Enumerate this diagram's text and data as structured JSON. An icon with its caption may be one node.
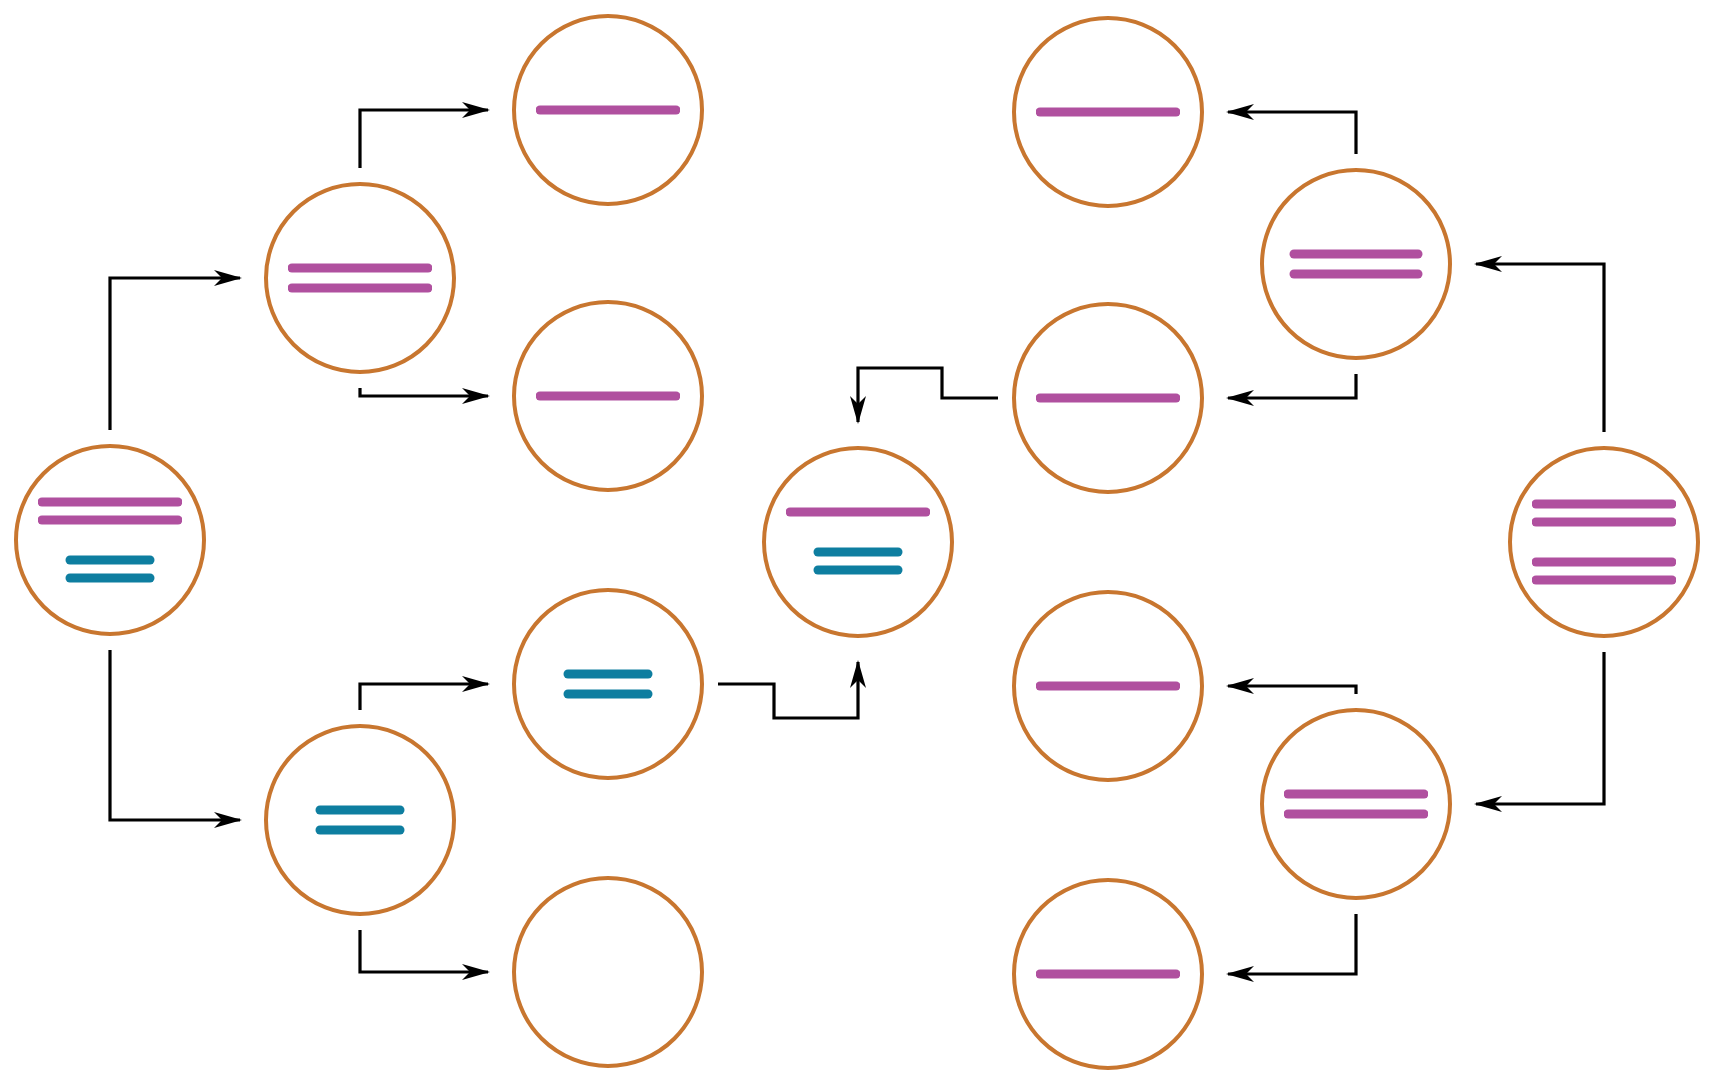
{
  "diagram": {
    "nodes": [
      {
        "text": [],
        "shape": "circle"
      },
      {
        "text": [],
        "shape": "circle"
      },
      {
        "text": [],
        "shape": "circle"
      },
      {
        "text": [],
        "shape": "circle"
      },
      {
        "text": [],
        "shape": "circle"
      },
      {
        "text": [],
        "shape": "circle"
      },
      {
        "text": [],
        "shape": "circle"
      },
      {
        "text": [],
        "shape": "circle"
      },
      {
        "text": [],
        "shape": "circle"
      },
      {
        "text": [],
        "shape": "circle"
      },
      {
        "text": [],
        "shape": "circle"
      },
      {
        "text": [],
        "shape": "circle"
      },
      {
        "text": [],
        "shape": "circle"
      },
      {
        "text": [],
        "shape": "circle"
      },
      {
        "text": [],
        "shape": "circle"
      }
    ],
    "edges": [
      {
        "from": 0,
        "to": 1,
        "arrow": "to"
      },
      {
        "from": 0,
        "to": 2,
        "arrow": "to"
      },
      {
        "from": 1,
        "to": 3,
        "arrow": "to"
      },
      {
        "from": 1,
        "to": 4,
        "arrow": "to"
      },
      {
        "from": 2,
        "to": 5,
        "arrow": "to"
      },
      {
        "from": 2,
        "to": 6,
        "arrow": "to"
      },
      {
        "from": 5,
        "to": 7,
        "arrow": "to"
      },
      {
        "from": 9,
        "to": 7,
        "arrow": "to"
      },
      {
        "from": 14,
        "to": 12,
        "arrow": "to"
      },
      {
        "from": 14,
        "to": 13,
        "arrow": "to"
      },
      {
        "from": 12,
        "to": 8,
        "arrow": "to"
      },
      {
        "from": 12,
        "to": 9,
        "arrow": "to"
      },
      {
        "from": 13,
        "to": 10,
        "arrow": "to"
      },
      {
        "from": 13,
        "to": 11,
        "arrow": "to"
      }
    ]
  }
}
